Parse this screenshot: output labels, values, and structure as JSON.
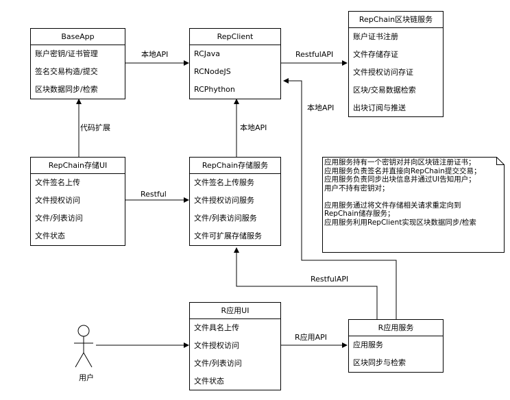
{
  "boxes": {
    "baseapp": {
      "title": "BaseApp",
      "rows": [
        "账户密钥/证书管理",
        "签名交易构造/提交",
        "区块数据同步/检索"
      ]
    },
    "repclient": {
      "title": "RepClient",
      "rows": [
        "RCJava",
        "RCNodeJS",
        "RCPhython"
      ]
    },
    "repchain": {
      "title": "RepChain区块链服务",
      "rows": [
        "账户证书注册",
        "文件存储存证",
        "文件授权访问存证",
        "区块/交易数据检索",
        "出块订阅与推送"
      ]
    },
    "storage_ui": {
      "title": "RepChain存储UI",
      "rows": [
        "文件签名上传",
        "文件授权访问",
        "文件/列表访问",
        "文件状态"
      ]
    },
    "storage_svc": {
      "title": "RepChain存储服务",
      "rows": [
        "文件签名上传服务",
        "文件授权访问服务",
        "文件/列表访问服务",
        "文件可扩展存储服务"
      ]
    },
    "r_ui": {
      "title": "R应用UI",
      "rows": [
        "文件具名上传",
        "文件授权访问",
        "文件/列表访问",
        "文件状态"
      ]
    },
    "r_svc": {
      "title": "R应用服务",
      "rows": [
        "应用服务",
        "区块同步与检索"
      ]
    }
  },
  "edges": {
    "baseapp_repclient": "本地API",
    "repclient_repchain": "RestfulAPI",
    "storage_ui_baseapp": "代码扩展",
    "storage_svc_repclient": "本地API",
    "storage_ui_storage_svc": "Restful",
    "rsvc_repclient": "本地API",
    "rsvc_storage_svc": "RestfulAPI",
    "r_ui_r_svc": "R应用API"
  },
  "note": {
    "lines": [
      "应用服务持有一个密钥对并向区块链注册证书；",
      "应用服务负责签名并直接向RepChain提交交易；",
      "应用服务负责同步出块信息并通过UI告知用户；",
      "用户不持有密钥对；",
      "",
      "应用服务通过将文件存储相关请求重定向到",
      "RepChain储存服务；",
      "应用服务利用RepClient实现区块数据同步/检索"
    ]
  },
  "actor": {
    "label": "用户"
  }
}
